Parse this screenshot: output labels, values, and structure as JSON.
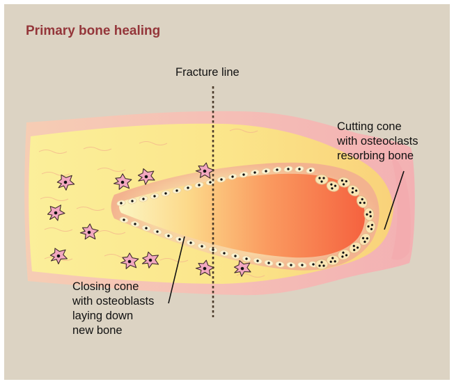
{
  "title": "Primary bone healing",
  "labels": {
    "fracture": "Fracture line",
    "cutting": [
      "Cutting cone",
      "with osteoclasts",
      "resorbing bone"
    ],
    "closing": [
      "Closing cone",
      "with osteoblasts",
      "laying down",
      "new bone"
    ]
  },
  "colors": {
    "background": "#dcd3c3",
    "title": "#94363a",
    "bone_outer": "#f4b9b5",
    "bone_cortex": "#fae17a",
    "canal_core": "#f76c45",
    "osteocyte": "#f2a8c0",
    "osteoblast": "#fbf3d2",
    "osteoclast": "#f9e6b4"
  },
  "icons": {
    "osteocyte": "star-shaped-cell",
    "osteoblast": "oval-cell-with-nucleus",
    "osteoclast": "multinucleated-cell"
  }
}
